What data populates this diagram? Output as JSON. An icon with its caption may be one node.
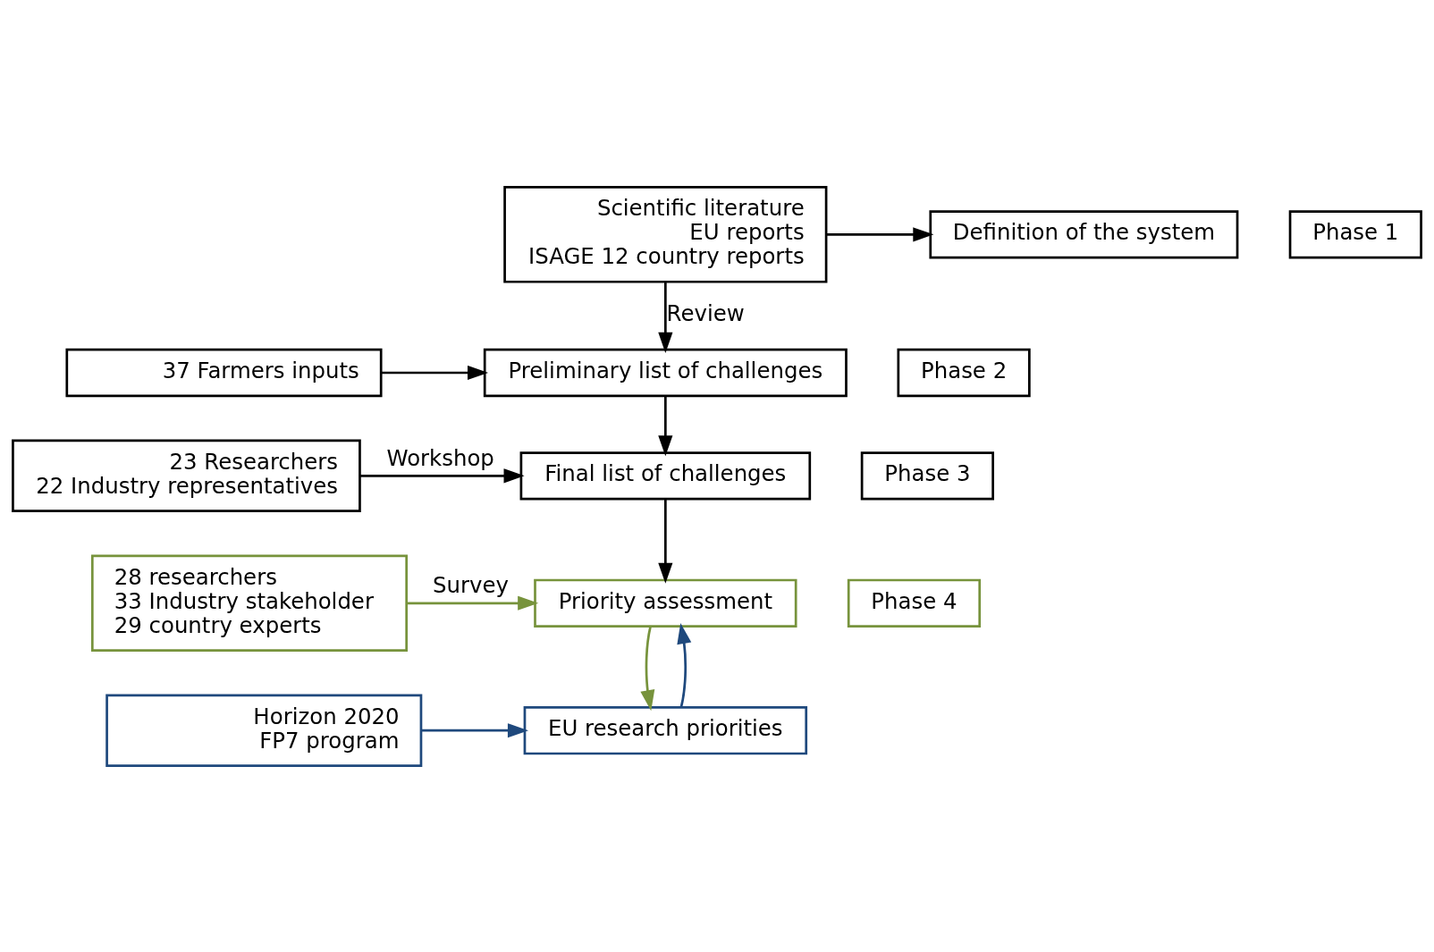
{
  "diagram": {
    "nodes": [
      {
        "text": [
          "Scientific literature",
          "EU reports",
          "ISAGE 12 country reports"
        ]
      },
      {
        "text": [
          "37 Farmers inputs"
        ]
      },
      {
        "text": [
          "Definition of the system"
        ]
      },
      {
        "text": [
          "Preliminary list of challenges"
        ]
      },
      {
        "text": [
          "Phase 1"
        ]
      },
      {
        "text": [
          "Phase 2"
        ]
      },
      {
        "text": [
          "23 Researchers",
          "22 Industry representatives"
        ]
      },
      {
        "text": [
          "Final list of challenges"
        ]
      },
      {
        "text": [
          "Phase 3"
        ]
      },
      {
        "text": [
          "28 researchers",
          "33 Industry stakeholder",
          "29 country experts"
        ]
      },
      {
        "text": [
          "Priority assessment"
        ]
      },
      {
        "text": [
          "Phase 4"
        ]
      },
      {
        "text": [
          "Horizon 2020",
          "FP7 program"
        ]
      },
      {
        "text": [
          "EU research priorities"
        ]
      }
    ],
    "edges": [
      {
        "from": 0,
        "to": 2,
        "arrow": "to"
      },
      {
        "from": 0,
        "to": 3,
        "arrow": "to",
        "label": "Review"
      },
      {
        "from": 1,
        "to": 3,
        "arrow": "to"
      },
      {
        "from": 3,
        "to": 7,
        "arrow": "to"
      },
      {
        "from": 6,
        "to": 7,
        "arrow": "to",
        "label": "Workshop"
      },
      {
        "from": 7,
        "to": 10,
        "arrow": "to"
      },
      {
        "from": 9,
        "to": 10,
        "arrow": "to",
        "label": "Survey",
        "color": "#77933c"
      },
      {
        "from": 10,
        "to": 13,
        "arrow": "to",
        "color": "#77933c"
      },
      {
        "from": 13,
        "to": 10,
        "arrow": "to",
        "color": "#1f497d"
      },
      {
        "from": 12,
        "to": 13,
        "arrow": "to",
        "color": "#1f497d"
      }
    ]
  }
}
